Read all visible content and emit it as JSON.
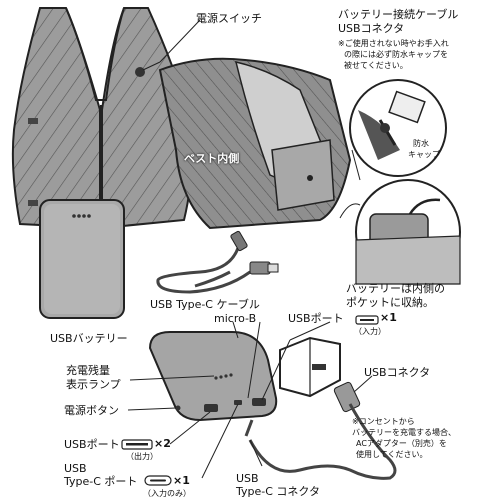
{
  "labels": {
    "power_switch": "電源スイッチ",
    "battery_cable_line1": "バッテリー接続ケーブル",
    "battery_cable_line2": "USBコネクタ",
    "cable_note_line1": "※ご使用されない時やお手入れ",
    "cable_note_line2": "の際には必ず防水キャップを",
    "cable_note_line3": "被せてください。",
    "waterproof_cap_line1": "防水",
    "waterproof_cap_line2": "キャップ",
    "vest_inside": "ベスト内側",
    "battery_pocket_line1": "バッテリーは内側の",
    "battery_pocket_line2": "ポケットに収納。",
    "usb_battery": "USBバッテリー",
    "usb_typec_cable": "USB Type-C ケーブル",
    "micro_b": "micro-B",
    "usb_port": "USBポート",
    "x1": "×1",
    "input": "（入力）",
    "charge_lamp_line1": "充電残量",
    "charge_lamp_line2": "表示ランプ",
    "power_button": "電源ボタン",
    "usb_port_out": "USBポート",
    "x2": "×2",
    "output": "（出力）",
    "usb_typec_port_line1": "USB",
    "usb_typec_port_line2": "Type-C ポート",
    "x1b": "×1",
    "input_only": "（入力のみ）",
    "usb_connector": "USBコネクタ",
    "ac_note_line1": "※コンセントから",
    "ac_note_line2": "バッテリーを充電する場合、",
    "ac_note_line3": "ACアダプター（別売）を",
    "ac_note_line4": "使用してください。",
    "usb_typec_connector_line1": "USB",
    "usb_typec_connector_line2": "Type-C コネクタ"
  }
}
